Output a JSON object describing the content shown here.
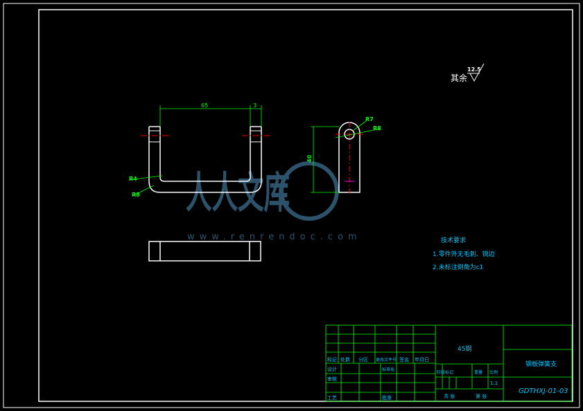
{
  "colors": {
    "background": "#000000",
    "outline": "#ffffff",
    "dimension": "#00ff00",
    "centerline": "#ff0000",
    "note_text": "#00c8ff",
    "title_frame": "#00ff00",
    "title_text": "#00c8ff",
    "watermark": "#3b6f8f"
  },
  "surface_finish": {
    "label": "其余",
    "value": "12.5"
  },
  "dimensions": {
    "width_65": "65",
    "width_3": "3",
    "r4": "R4",
    "r8_left": "R8",
    "r7": "R7",
    "r8_right": "R8",
    "height_40": "40"
  },
  "technical_requirements": {
    "title": "技术要求",
    "item1": "1.零件外无毛刺、锐边",
    "item2": "2.未标注倒角为c1"
  },
  "title_block": {
    "material": "45钢",
    "part_name": "钢板弹簧支",
    "drawing_number": "GDTHXJ-01-03",
    "col_headers": [
      "标记",
      "处数",
      "分区",
      "更改文件号",
      "签名",
      "年月日"
    ],
    "row_labels": [
      "设计",
      "审核",
      "工艺"
    ],
    "standardize": "标准化",
    "approve": "批准",
    "stage_headers": [
      "阶段标记",
      "重量",
      "比例"
    ],
    "scale": "1:1",
    "sheets": "共 张",
    "sheet_no": "第 张"
  },
  "watermark": {
    "logo_text": "人人文库",
    "url": "www.renrendoc.com"
  }
}
